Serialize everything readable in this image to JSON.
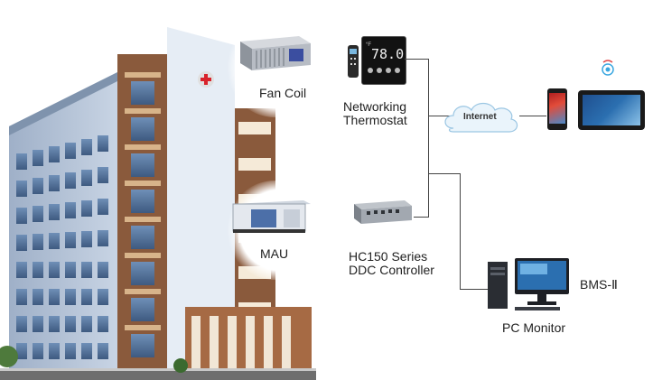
{
  "labels": {
    "fan_coil": "Fan Coil",
    "thermostat_line1": "Networking",
    "thermostat_line2": "Thermostat",
    "internet": "Internet",
    "mau": "MAU",
    "ddc_line1": "HC150 Series",
    "ddc_line2": "DDC Controller",
    "bms": "BMS-Ⅱ",
    "pc_monitor": "PC Monitor"
  },
  "thermostat_display": {
    "value": "78.0",
    "unit": "°F"
  },
  "icons": [
    "building-illustration",
    "fan-coil-unit",
    "thermostat-device",
    "remote-control",
    "cloud-internet",
    "wifi-signal-icon",
    "smartphone",
    "tablet",
    "mau-unit",
    "ddc-controller",
    "pc-computer"
  ],
  "colors": {
    "line": "#444444",
    "building_blue": "#b7c7dc",
    "building_brown": "#8a5a3c",
    "cloud": "#eaf4fb",
    "screen_blue": "#2b6fb0"
  }
}
